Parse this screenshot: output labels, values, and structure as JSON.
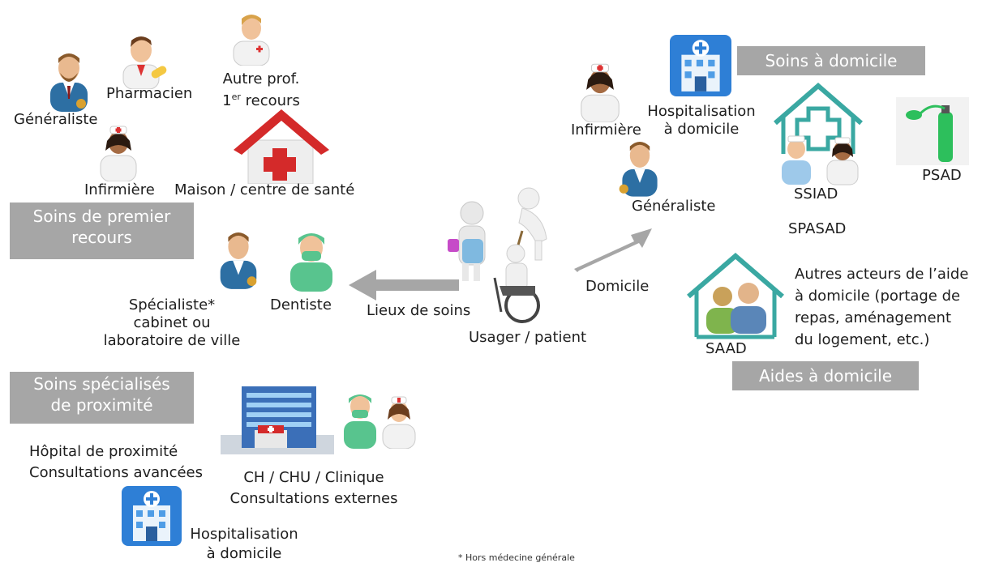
{
  "left": {
    "generaliste": "Généraliste",
    "pharmacien": "Pharmacien",
    "autre_prof_line1": "Autre prof.",
    "autre_prof_line2_prefix": "1",
    "autre_prof_line2_sup": "er",
    "autre_prof_line2_suffix": " recours",
    "infirmiere": "Infirmière",
    "maison": "Maison / centre de santé",
    "box_premier_line1": "Soins de premier",
    "box_premier_line2": "recours",
    "specialiste_line1": "Spécialiste*",
    "specialiste_line2": "cabinet ou",
    "specialiste_line3": "laboratoire de ville",
    "dentiste": "Dentiste",
    "box_specialises_line1": "Soins spécialisés",
    "box_specialises_line2": "de proximité",
    "hopital_line1": "Hôpital de proximité",
    "hopital_line2": "Consultations avancées",
    "ch_line1": "CH /  CHU / Clinique",
    "ch_line2": "Consultations externes",
    "had_line1": "Hospitalisation",
    "had_line2": "à domicile"
  },
  "center": {
    "lieux": "Lieux de soins",
    "usager": "Usager / patient",
    "domicile": "Domicile"
  },
  "right": {
    "box_soins_domicile": "Soins à domicile",
    "had_line1": "Hospitalisation",
    "had_line2": "à domicile",
    "infirmiere": "Infirmière",
    "generaliste": "Généraliste",
    "ssiad": "SSIAD",
    "spasad": "SPASAD",
    "psad": "PSAD",
    "autres_line1": "Autres acteurs de l’aide",
    "autres_line2": "à domicile (portage de",
    "autres_line3": "repas, aménagement",
    "autres_line4": "du logement, etc.)",
    "saad": "SAAD",
    "box_aides": "Aides à domicile"
  },
  "footnote": "* Hors médecine générale",
  "colors": {
    "box": "#a6a6a6",
    "arrow": "#a6a6a6",
    "teal": "#3aa8a2",
    "red": "#d42a2a"
  }
}
